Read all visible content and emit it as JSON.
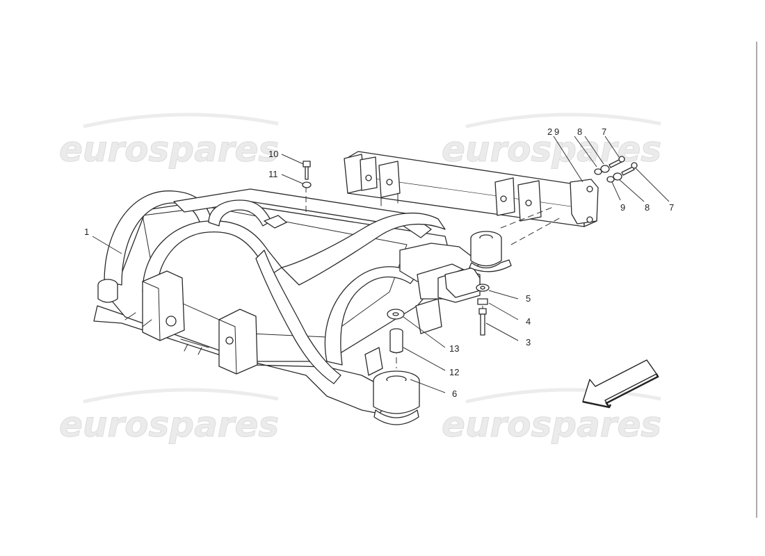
{
  "watermark": {
    "brand": "eurospares"
  },
  "callouts": {
    "c1": "1",
    "c2": "2",
    "c3": "3",
    "c4": "4",
    "c5": "5",
    "c6": "6",
    "c7a": "7",
    "c7b": "7",
    "c8a": "8",
    "c8b": "8",
    "c9a": "9",
    "c9b": "9",
    "c10": "10",
    "c11": "11",
    "c12": "12",
    "c13": "13"
  },
  "icons": {
    "direction": "direction-arrow-icon"
  },
  "colors": {
    "line": "#2a2a2a",
    "watermark": "#e8e8e8"
  }
}
